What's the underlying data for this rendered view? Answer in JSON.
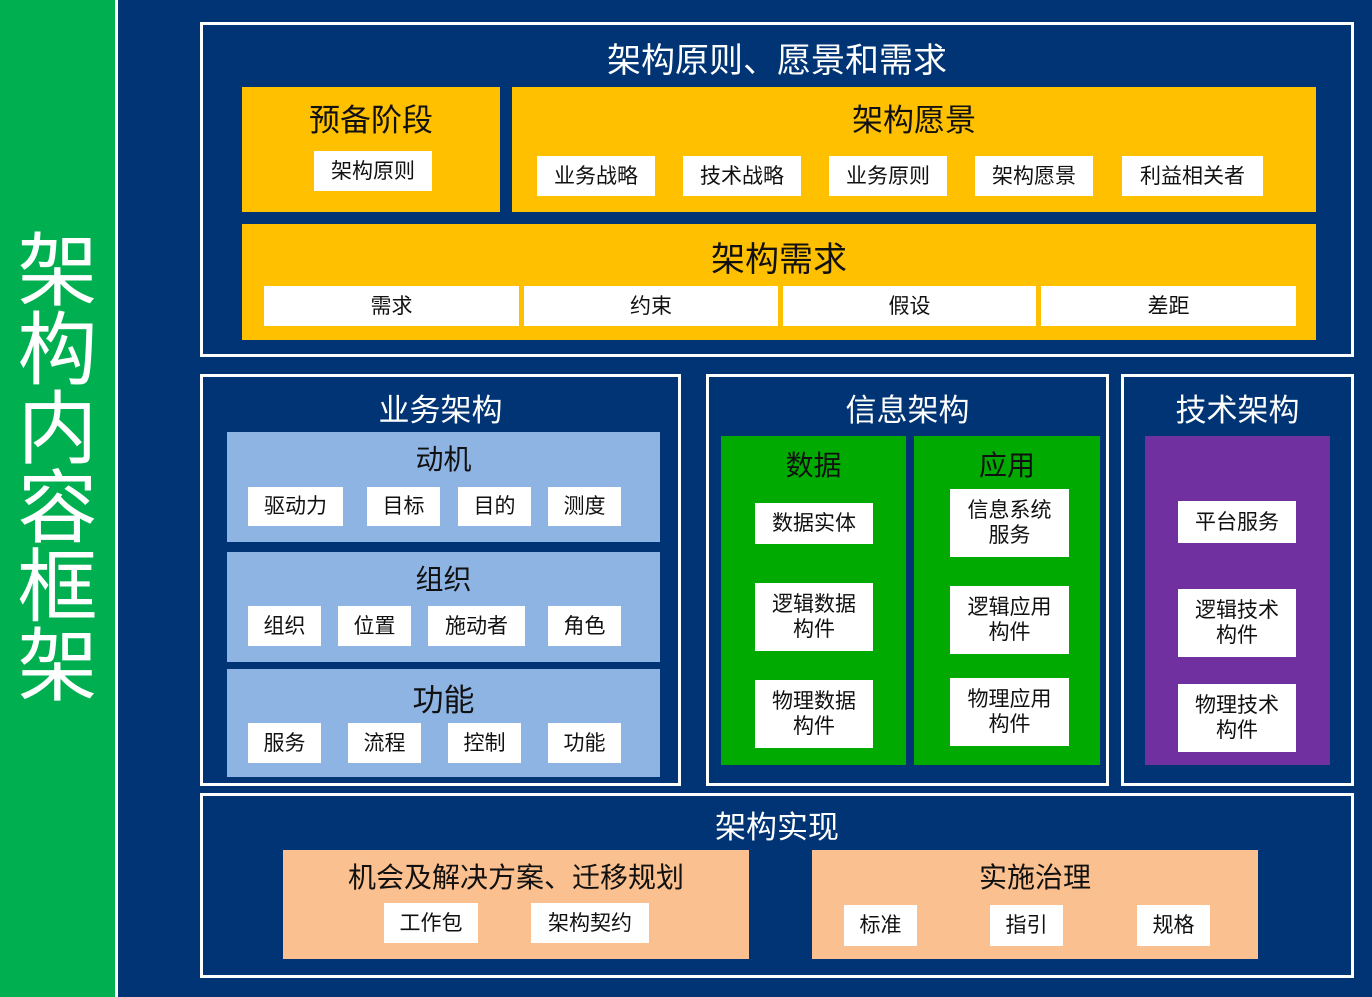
{
  "sidebar": {
    "title": [
      "架",
      "构",
      "内",
      "容",
      "框",
      "架"
    ]
  },
  "principles": {
    "title": "架构原则、愿景和需求",
    "preliminary": {
      "title": "预备阶段",
      "items": [
        "架构原则"
      ]
    },
    "vision": {
      "title": "架构愿景",
      "items": [
        "业务战略",
        "技术战略",
        "业务原则",
        "架构愿景",
        "利益相关者"
      ]
    },
    "requirements": {
      "title": "架构需求",
      "items": [
        "需求",
        "约束",
        "假设",
        "差距"
      ]
    }
  },
  "business": {
    "title": "业务架构",
    "groups": [
      {
        "title": "动机",
        "items": [
          "驱动力",
          "目标",
          "目的",
          "测度"
        ]
      },
      {
        "title": "组织",
        "items": [
          "组织",
          "位置",
          "施动者",
          "角色"
        ]
      },
      {
        "title": "功能",
        "items": [
          "服务",
          "流程",
          "控制",
          "功能"
        ]
      }
    ]
  },
  "information": {
    "title": "信息架构",
    "data": {
      "title": "数据",
      "items": [
        "数据实体",
        "逻辑数据\n构件",
        "物理数据\n构件"
      ]
    },
    "application": {
      "title": "应用",
      "items": [
        "信息系统\n服务",
        "逻辑应用\n构件",
        "物理应用\n构件"
      ]
    }
  },
  "technology": {
    "title": "技术架构",
    "items": [
      "平台服务",
      "逻辑技术\n构件",
      "物理技术\n构件"
    ]
  },
  "realization": {
    "title": "架构实现",
    "opportunities": {
      "title": "机会及解决方案、迁移规划",
      "items": [
        "工作包",
        "架构契约"
      ]
    },
    "governance": {
      "title": "实施治理",
      "items": [
        "标准",
        "指引",
        "规格"
      ]
    }
  },
  "colors": {
    "navy": "#003474",
    "green_sidebar": "#00b050",
    "yellow": "#ffc000",
    "light_blue": "#8eb4e3",
    "green": "#00aa00",
    "purple": "#7030a0",
    "peach": "#fac090"
  }
}
